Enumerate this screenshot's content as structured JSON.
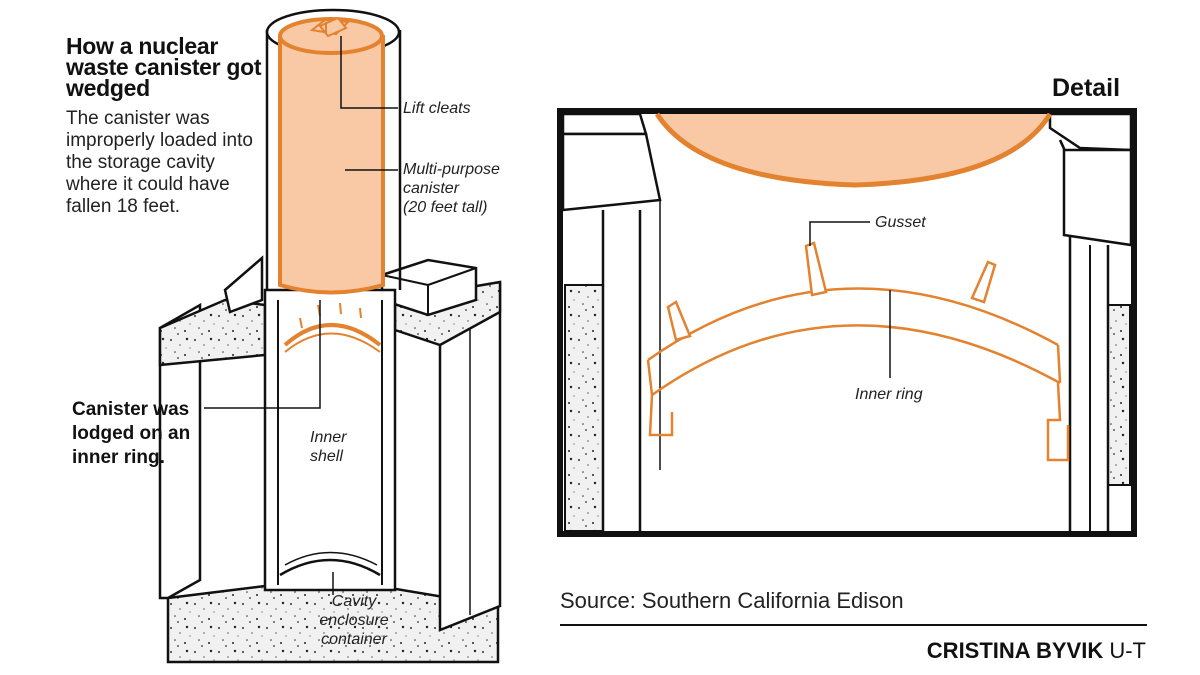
{
  "header": {
    "title": "How a nuclear waste canister got wedged",
    "subtitle": "The canister was improperly loaded into the storage cavity where it could have fallen 18 feet."
  },
  "labels": {
    "lift_cleats": "Lift cleats",
    "canister_line1": "Multi-purpose",
    "canister_line2": "canister",
    "canister_line3": "(20 feet tall)",
    "lodged": "Canister was lodged on an inner ring.",
    "inner_shell_line1": "Inner",
    "inner_shell_line2": "shell",
    "cavity_line1": "Cavity",
    "cavity_line2": "enclosure",
    "cavity_line3": "container",
    "detail_title": "Detail",
    "gusset": "Gusset",
    "inner_ring": "Inner ring"
  },
  "footer": {
    "source": "Source: Southern California Edison",
    "credit_name": "CRISTINA BYVIK",
    "credit_org": "U-T"
  },
  "colors": {
    "accent": "#e3822f",
    "canister_fill": "#f9c8a5",
    "ink": "#111111"
  }
}
